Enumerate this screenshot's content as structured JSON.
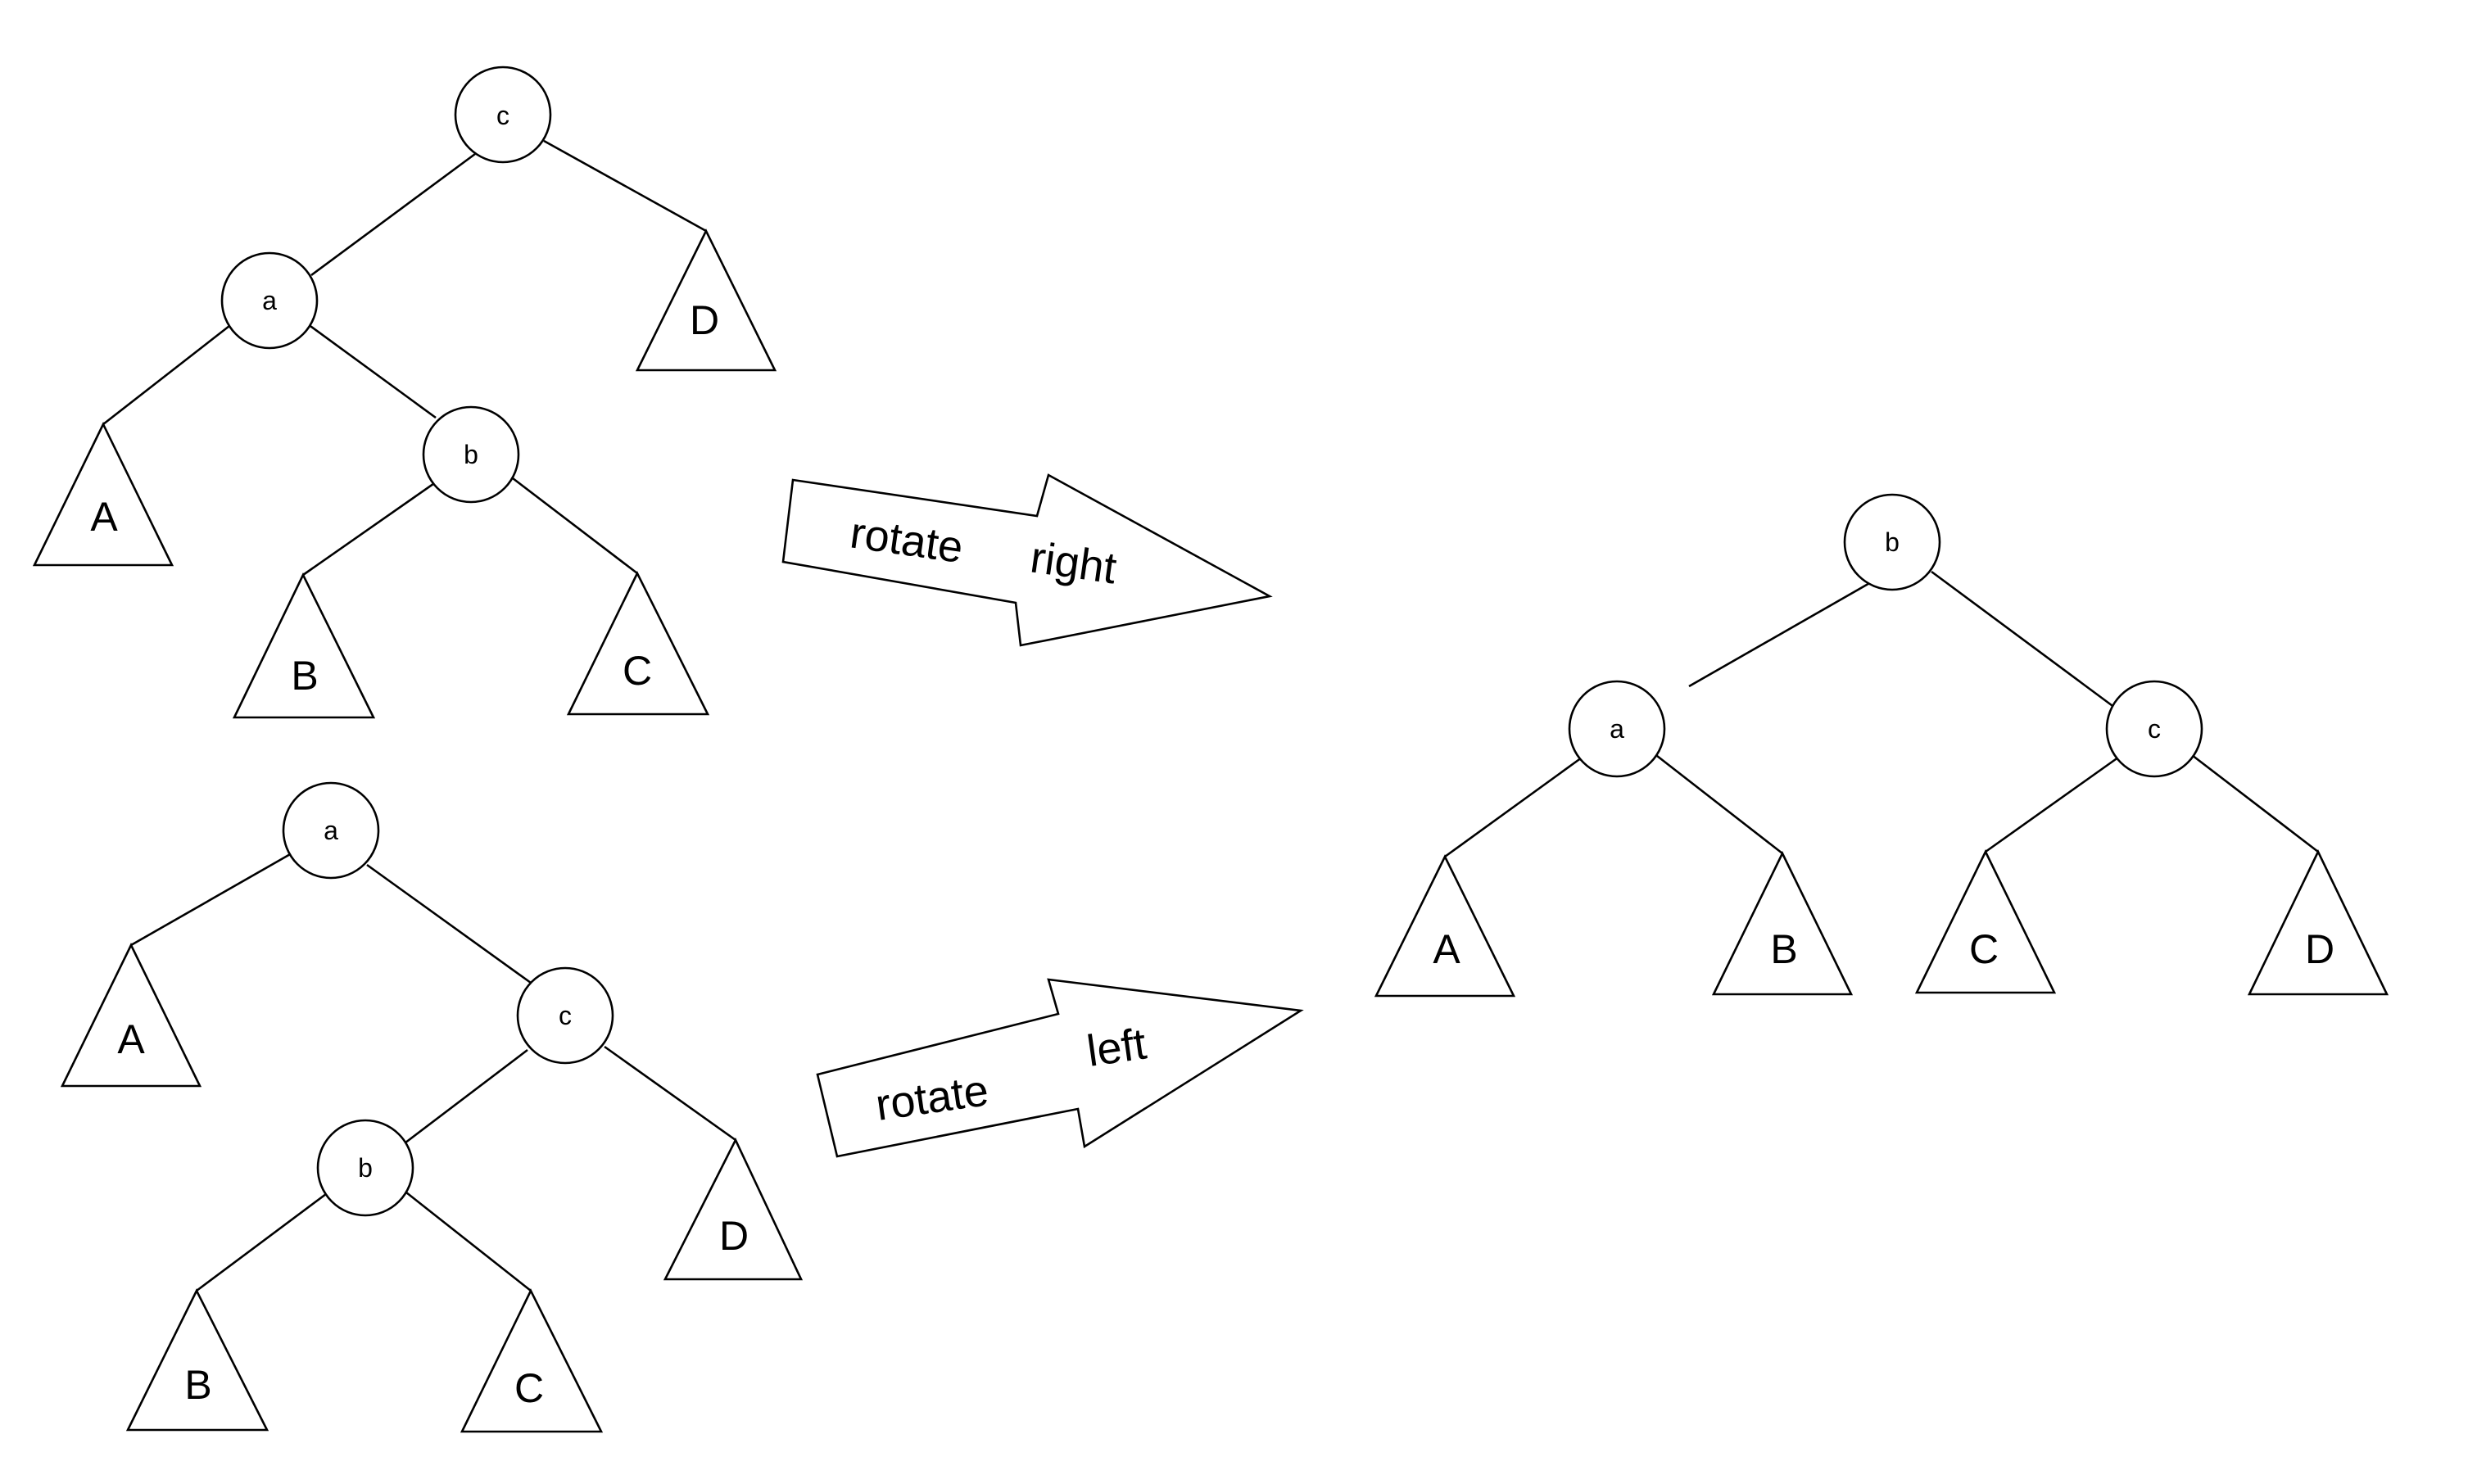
{
  "diagram": {
    "trees": {
      "top_left": {
        "nodes": [
          "c",
          "a",
          "b"
        ],
        "subtrees": [
          "A",
          "B",
          "C",
          "D"
        ]
      },
      "bottom_left": {
        "nodes": [
          "a",
          "c",
          "b"
        ],
        "subtrees": [
          "A",
          "B",
          "C",
          "D"
        ]
      },
      "result": {
        "nodes": [
          "b",
          "a",
          "c"
        ],
        "subtrees": [
          "A",
          "B",
          "C",
          "D"
        ]
      }
    },
    "arrows": {
      "rotate_right": {
        "word1": "rotate",
        "word2": "right"
      },
      "rotate_left": {
        "word1": "rotate",
        "word2": "left"
      }
    }
  }
}
